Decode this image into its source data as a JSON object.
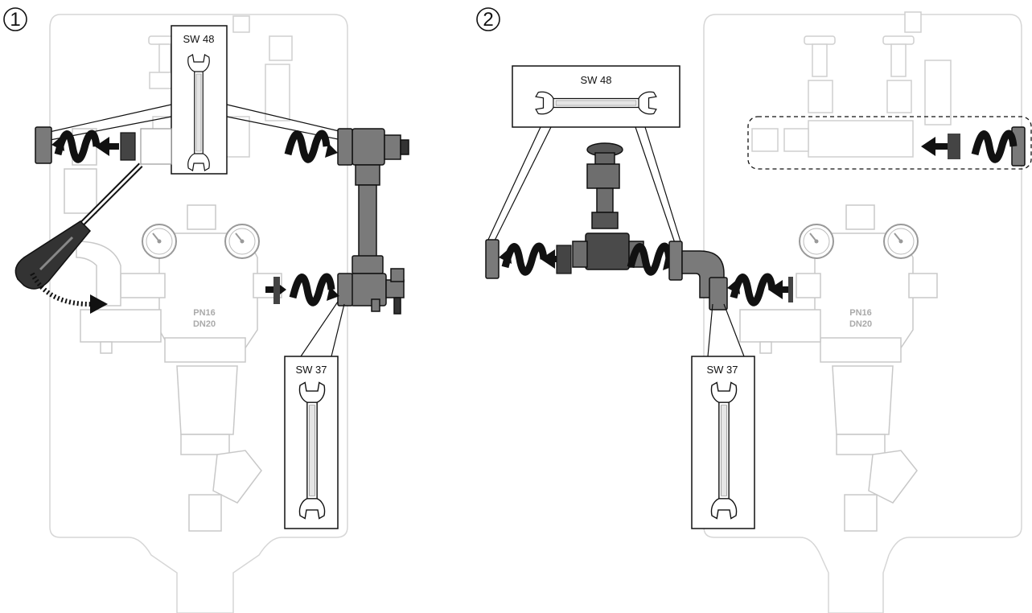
{
  "steps": [
    {
      "number": "1",
      "wrench_labels": [
        "SW 48",
        "SW 37"
      ],
      "filter_labels": [
        "PN16",
        "DN20"
      ]
    },
    {
      "number": "2",
      "wrench_labels": [
        "SW 48",
        "SW 37"
      ],
      "filter_labels": [
        "PN16",
        "DN20"
      ]
    }
  ],
  "icons": [
    "circled-number",
    "open-end-wrench-icon",
    "screwdriver-icon",
    "rotation-arrow-icon",
    "pressure-gauge-icon",
    "gate-valve-handwheel-icon",
    "filter-housing",
    "union-nut",
    "dashed-curved-arrow-icon"
  ],
  "colors": {
    "line": "#111111",
    "faded": "#c8c8c8",
    "highlight_part": "#6e6e6e",
    "dark_part": "#3a3a3a",
    "outline": "#d6d6d6"
  }
}
